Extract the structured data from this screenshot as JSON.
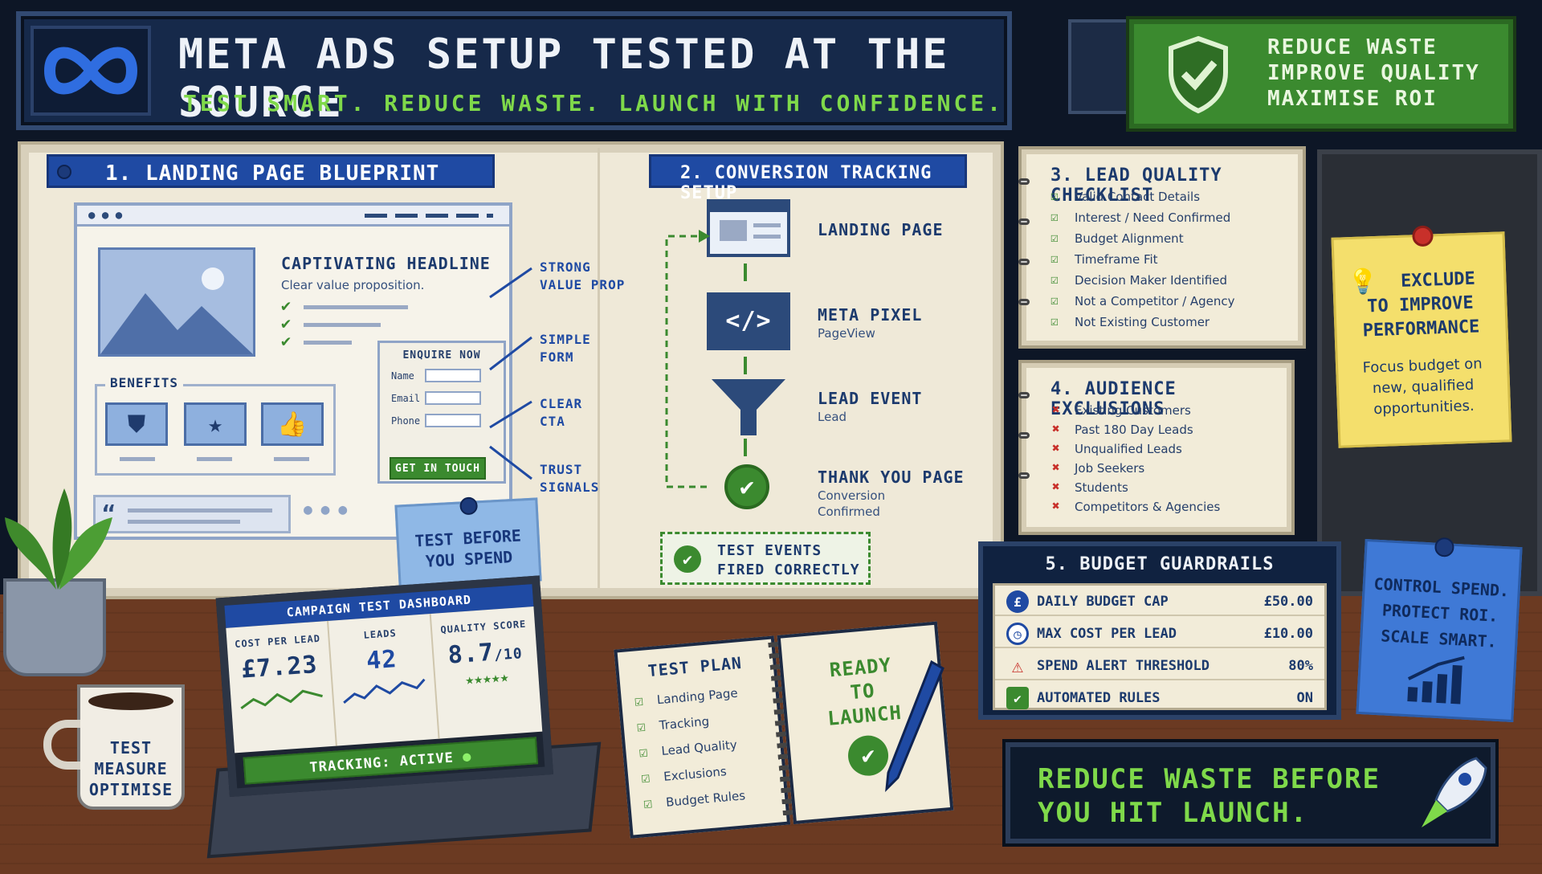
{
  "header": {
    "title": "META ADS SETUP TESTED AT THE SOURCE",
    "subtitle": "TEST SMART. REDUCE WASTE. LAUNCH WITH CONFIDENCE.",
    "logo": "meta-infinity-logo"
  },
  "green_banner": {
    "lines": [
      "REDUCE WASTE",
      "IMPROVE QUALITY",
      "MAXIMISE ROI"
    ],
    "icon": "shield-check-icon"
  },
  "section1": {
    "title": "1. LANDING PAGE BLUEPRINT",
    "headline": "CAPTIVATING HEADLINE",
    "value_prop": "Clear value proposition.",
    "benefits_label": "BENEFITS",
    "form": {
      "title": "ENQUIRE NOW",
      "fields": [
        "Name",
        "Email",
        "Phone"
      ],
      "cta": "GET IN TOUCH"
    },
    "callouts": [
      {
        "l1": "STRONG",
        "l2": "VALUE PROP"
      },
      {
        "l1": "SIMPLE",
        "l2": "FORM"
      },
      {
        "l1": "CLEAR",
        "l2": "CTA"
      },
      {
        "l1": "TRUST",
        "l2": "SIGNALS"
      }
    ],
    "sticky": {
      "l1": "TEST BEFORE",
      "l2": "YOU SPEND"
    }
  },
  "section2": {
    "title": "2. CONVERSION TRACKING SETUP",
    "steps": [
      {
        "label": "LANDING PAGE",
        "sub": "",
        "sub2": ""
      },
      {
        "label": "META PIXEL",
        "sub": "PageView",
        "sub2": ""
      },
      {
        "label": "LEAD EVENT",
        "sub": "Lead",
        "sub2": ""
      },
      {
        "label": "THANK YOU PAGE",
        "sub": "Conversion",
        "sub2": "Confirmed"
      }
    ],
    "test_events": {
      "l1": "TEST EVENTS",
      "l2": "FIRED CORRECTLY"
    }
  },
  "section3": {
    "title": "3. LEAD QUALITY CHECKLIST",
    "items": [
      "Valid Contact Details",
      "Interest / Need Confirmed",
      "Budget Alignment",
      "Timeframe Fit",
      "Decision Maker Identified",
      "Not a Competitor / Agency",
      "Not Existing Customer"
    ]
  },
  "section4": {
    "title": "4. AUDIENCE EXCLUSIONS",
    "items": [
      "Existing Customers",
      "Past 180 Day Leads",
      "Unqualified Leads",
      "Job Seekers",
      "Students",
      "Competitors & Agencies"
    ]
  },
  "yellow_note": {
    "l1": "EXCLUDE",
    "l2": "TO IMPROVE",
    "l3": "PERFORMANCE",
    "s1": "Focus budget on",
    "s2": "new, qualified",
    "s3": "opportunities."
  },
  "section5": {
    "title": "5. BUDGET GUARDRAILS",
    "rows": [
      {
        "label": "DAILY BUDGET CAP",
        "value": "£50.00",
        "icon": "pound-icon"
      },
      {
        "label": "MAX COST PER LEAD",
        "value": "£10.00",
        "icon": "clock-icon"
      },
      {
        "label": "SPEND ALERT THRESHOLD",
        "value": "80%",
        "icon": "warning-icon"
      },
      {
        "label": "AUTOMATED RULES",
        "value": "ON",
        "icon": "shield-icon"
      }
    ]
  },
  "blue_note": {
    "l1": "CONTROL SPEND.",
    "l2": "PROTECT ROI.",
    "l3": "SCALE SMART."
  },
  "dashboard": {
    "title": "CAMPAIGN TEST DASHBOARD",
    "metrics": [
      {
        "label": "COST PER LEAD",
        "value": "£7.23"
      },
      {
        "label": "LEADS",
        "value": "42"
      },
      {
        "label": "QUALITY SCORE",
        "value": "8.7",
        "unit": "/10"
      }
    ],
    "status": "TRACKING: ACTIVE"
  },
  "mug": {
    "lines": [
      "TEST",
      "MEASURE",
      "OPTIMISE"
    ]
  },
  "test_plan": {
    "title": "TEST PLAN",
    "items": [
      "Landing Page",
      "Tracking",
      "Lead Quality",
      "Exclusions",
      "Budget Rules"
    ],
    "ready": [
      "READY",
      "TO",
      "LAUNCH"
    ]
  },
  "final_banner": {
    "l1": "REDUCE WASTE BEFORE",
    "l2": "YOU HIT LAUNCH."
  },
  "colors": {
    "navy": "#16294a",
    "green": "#3b8a2f",
    "blue": "#1f4aa3",
    "red": "#c8302a",
    "yellow": "#f4df6c",
    "paper": "#efe9d8"
  }
}
